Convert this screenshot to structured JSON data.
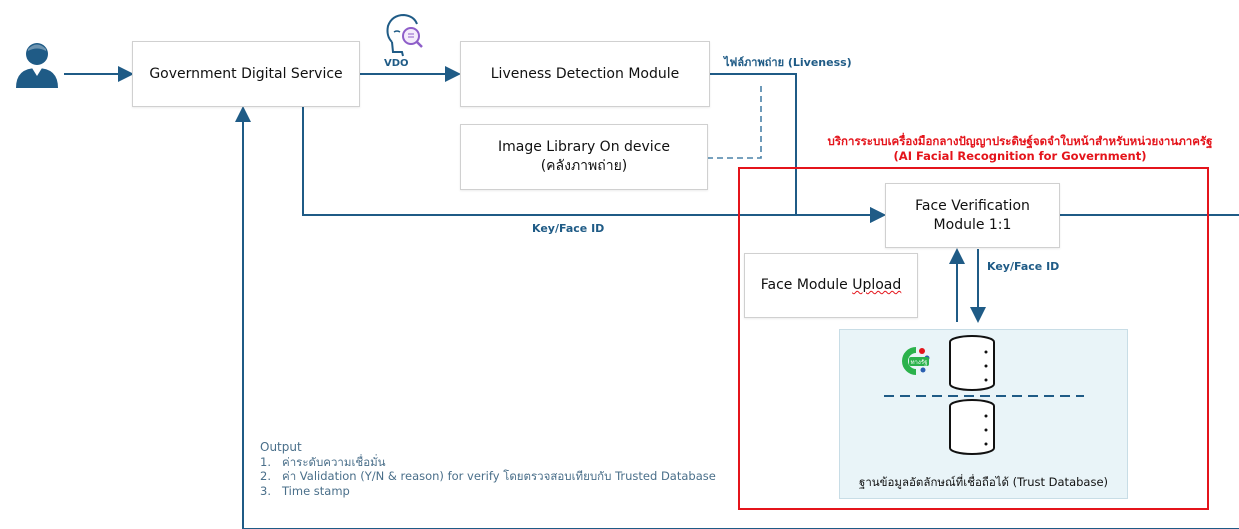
{
  "nodes": {
    "gov_service": "Government Digital Service",
    "liveness": "Liveness Detection Module",
    "image_library_line1": "Image Library On device",
    "image_library_line2": "(คลังภาพถ่าย)",
    "face_verification_line1": "Face Verification",
    "face_verification_line2": "Module 1:1",
    "face_upload_prefix": "Face Module ",
    "face_upload_suffix": "Upload",
    "database": "ฐานข้อมูลอัตลักษณ์ที่เชื่อถือได้ (Trust Database)"
  },
  "labels": {
    "vdo": "VDO",
    "liveness_file": "ไฟล์ภาพถ่าย (Liveness)",
    "key_face_id_bottom": "Key/Face ID",
    "key_face_id_db": "Key/Face ID"
  },
  "service_region": {
    "title_th": "บริการระบบเครื่องมือกลางปัญญาประดิษฐ์จดจำใบหน้าสำหรับหน่วยงานภาครัฐ",
    "title_en": "(AI Facial Recognition for Government)"
  },
  "logo_text": "ทางรัฐ",
  "output": {
    "title": "Output",
    "items": [
      {
        "num": "1.",
        "text": "ค่าระดับความเชื่อมั่น"
      },
      {
        "num": "2.",
        "text": "ค่า Validation (Y/N & reason) for verify โดยตรวจสอบเทียบกับ Trusted Database"
      },
      {
        "num": "3.",
        "text": "Time stamp"
      }
    ]
  },
  "colors": {
    "line": "#1f5b86",
    "accent_red": "#e4141b",
    "db_panel": "#e9f4f8"
  },
  "icons": [
    "user-icon",
    "face-scan-icon",
    "database-icon",
    "tang-rat-logo"
  ]
}
